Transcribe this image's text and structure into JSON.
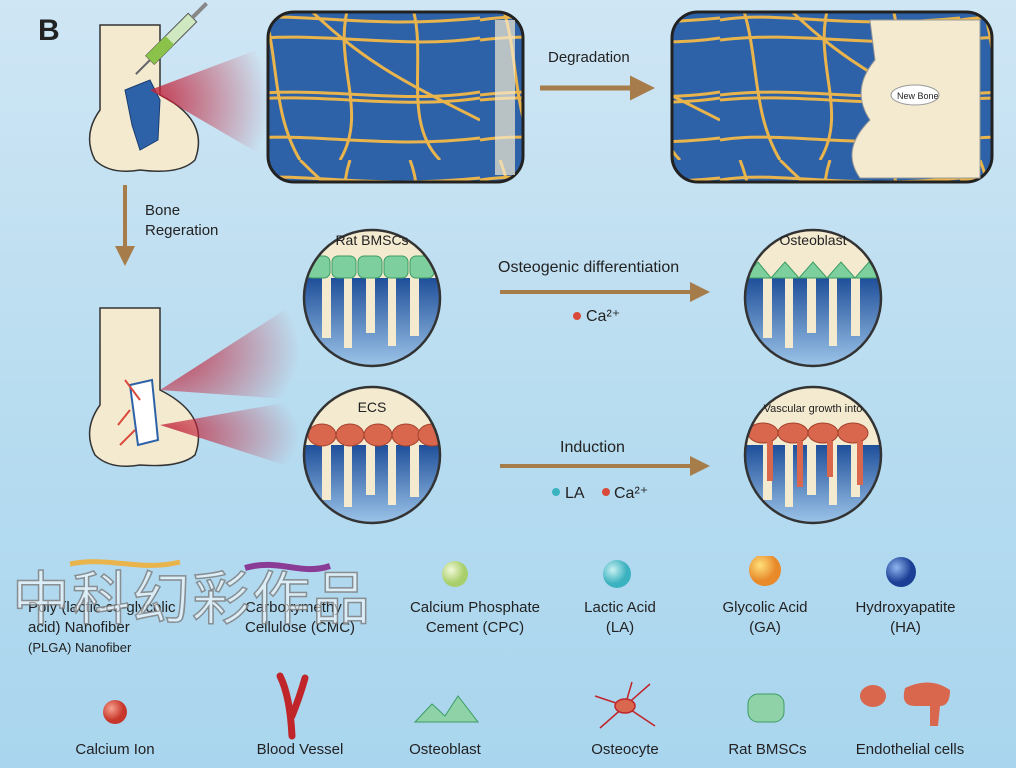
{
  "panel_label": "B",
  "flow": {
    "bone_regeration": [
      "Bone",
      "Regeration"
    ],
    "degradation": "Degradation",
    "new_bone": "New Bone"
  },
  "circles": {
    "rat_bmscs": "Rat BMSCs",
    "osteoblast": "Osteoblast",
    "ecs": "ECS",
    "vascular": "Vascular growth into"
  },
  "arrows": {
    "osteogenic": "Osteogenic differentiation",
    "ca_top": "Ca²⁺",
    "induction": "Induction",
    "la": "LA",
    "ca_bottom": "Ca²⁺"
  },
  "legend": {
    "plga": [
      "Poly (lactic-co-glycolic",
      "acid) Nanofiber",
      "(PLGA) Nanofiber"
    ],
    "cmc": [
      "Carboxymethy",
      "Cellulose (CMC)"
    ],
    "cpc": [
      "Calcium Phosphate",
      "Cement (CPC)"
    ],
    "la": [
      "Lactic Acid",
      "(LA)"
    ],
    "ga": [
      "Glycolic Acid",
      "(GA)"
    ],
    "ha": [
      "Hydroxyapatite",
      "(HA)"
    ],
    "calcium": "Calcium Ion",
    "vessel": "Blood Vessel",
    "osteoblast": "Osteoblast",
    "osteocyte": "Osteocyte",
    "bmscs": "Rat BMSCs",
    "endothelial": "Endothelial cells"
  },
  "watermark": "中科幻彩作品",
  "colors": {
    "fiber": "#e9b44c",
    "scaffold_blue": "#2e62a8",
    "bone": "#f3ead0",
    "red": "#d94a3a",
    "green_cell": "#7ecf9e",
    "arrow": "#a57c4a"
  }
}
